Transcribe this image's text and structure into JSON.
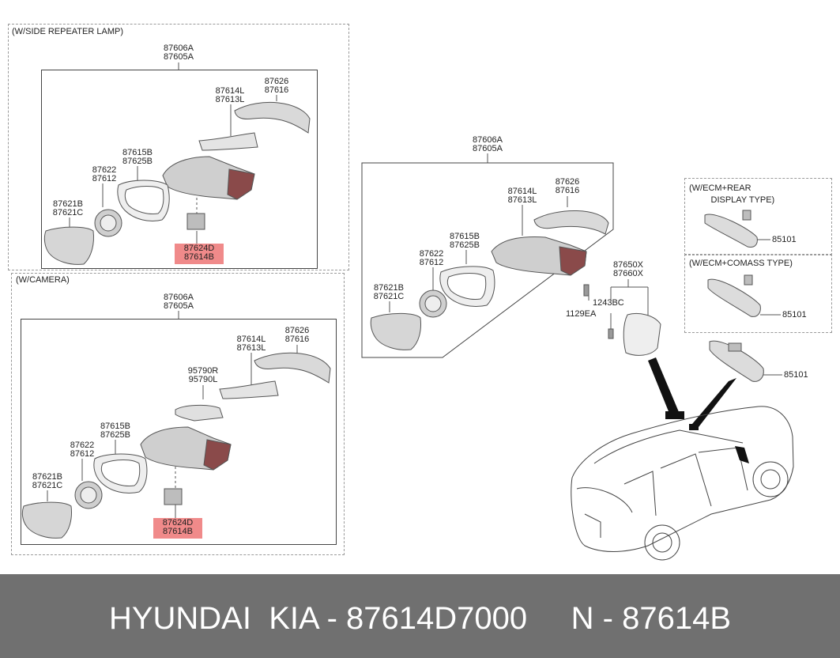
{
  "panels": {
    "side_repeater": {
      "title": "(W/SIDE REPEATER LAMP)",
      "assy": "87606A\n87605A",
      "cover": "87626\n87616",
      "lamp": "87614L\n87613L",
      "housing": "87615B\n87625B",
      "actuator": "87622\n87612",
      "glass": "87621B\n87621C",
      "highlight": "87624D\n87614B"
    },
    "camera": {
      "title": "(W/CAMERA)",
      "assy": "87606A\n87605A",
      "cover": "87626\n87616",
      "lamp": "87614L\n87613L",
      "camera": "95790R\n95790L",
      "housing": "87615B\n87625B",
      "actuator": "87622\n87612",
      "glass": "87621B\n87621C",
      "highlight": "87624D\n87614B"
    },
    "main": {
      "assy": "87606A\n87605A",
      "cover": "87626\n87616",
      "lamp": "87614L\n87613L",
      "housing": "87615B\n87625B",
      "actuator": "87622\n87612",
      "glass": "87621B\n87621C",
      "inside_mirror": "87650X\n87660X",
      "screw1": "1243BC",
      "screw2": "1129EA"
    },
    "ecm_rear": {
      "title": "(W/ECM+REAR\n         DISPLAY TYPE)",
      "part": "85101"
    },
    "ecm_compass": {
      "title": "(W/ECM+COMASS TYPE)",
      "part": "85101"
    },
    "standard_mirror": {
      "part": "85101"
    }
  },
  "footer": {
    "text": "HYUNDAI  KIA - 87614D7000     N - 87614B"
  },
  "colors": {
    "highlight": "#f08a8a",
    "footer_bg": "#707070"
  }
}
